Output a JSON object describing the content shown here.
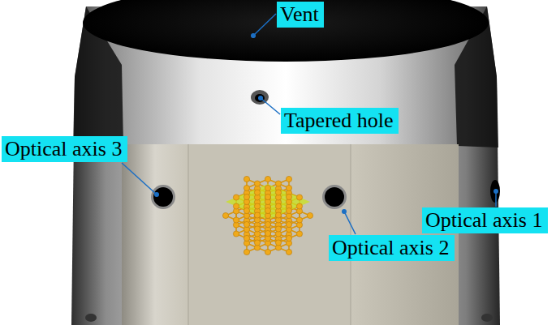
{
  "diagram": {
    "nodes": [
      {
        "text": [
          "Vent"
        ]
      },
      {
        "text": [
          "Tapered hole"
        ]
      },
      {
        "text": [
          "Optical axis 3"
        ]
      },
      {
        "text": [
          "Optical axis 1"
        ]
      },
      {
        "text": [
          "Optical axis 2"
        ]
      }
    ]
  }
}
